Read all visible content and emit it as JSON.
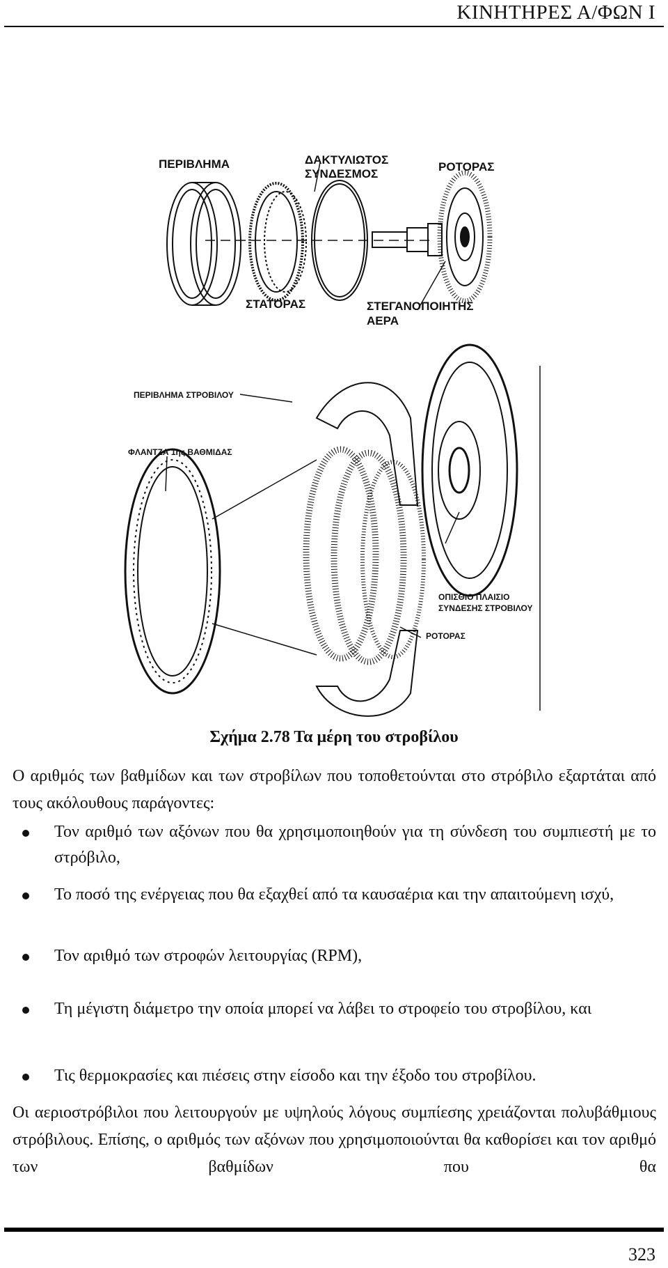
{
  "header": {
    "title": "ΚΙΝΗΤΗΡΕΣ Α/ΦΩΝ Ι"
  },
  "figure": {
    "labels": {
      "casing": "ΠΕΡΙΒΛΗΜΑ",
      "ring_line1": "ΔΑΚΤΥΛΙΩΤΟΣ",
      "ring_line2": "ΣΥΝΔΕΣΜΟΣ",
      "rotor_top": "ΡΟΤΟΡΑΣ",
      "stator": "ΣΤΑΤΟΡΑΣ",
      "seal_line1": "ΣΤΕΓΑΝΟΠΟΙΗΤΗΣ",
      "seal_line2": "ΑΕΡΑ",
      "turbine_casing": "ΠΕΡΙΒΛΗΜΑ ΣΤΡΟΒΙΛΟΥ",
      "flange": "ΦΛΑΝΤΖΑ 1ης ΒΑΘΜΙΔΑΣ",
      "rear_frame_line1": "ΟΠΙΣΘΙΟ ΠΛΑΙΣΙΟ",
      "rear_frame_line2": "ΣΥΝΔΕΣΗΣ ΣΤΡΟΒΙΛΟΥ",
      "rotor_bottom": "ΡΟΤΟΡΑΣ"
    },
    "caption": "Σχήμα 2.78 Τα μέρη του στροβίλου"
  },
  "body": {
    "intro": "Ο αριθμός των βαθμίδων και των στροβίλων που τοποθετούνται στο στρόβιλο εξαρτάται από τους ακόλουθους παράγοντες:",
    "bullets": [
      "Τον αριθμό των αξόνων που θα χρησιμοποιηθούν για τη σύνδεση του συμπιεστή με το στρόβιλο,",
      "Το ποσό της ενέργειας που θα εξαχθεί από τα καυσαέρια και την απαιτούμενη ισχύ,",
      "Τον αριθμό των στροφών λειτουργίας (RPM),",
      "Τη μέγιστη διάμετρο την οποία μπορεί να λάβει το στροφείο του στροβίλου, και",
      "Τις θερμοκρασίες και πιέσεις στην είσοδο και την έξοδο του στροβίλου."
    ],
    "closing": "Οι αεριοστρόβιλοι που λειτουργούν με υψηλούς λόγους συμπίεσης χρειάζονται πολυβάθμιους στρόβιλους. Επίσης, ο αριθμός των αξόνων που χρησιμοποιούνται θα καθορίσει και τον αριθμό των βαθμίδων που θα"
  },
  "footer": {
    "page_number": "323"
  }
}
